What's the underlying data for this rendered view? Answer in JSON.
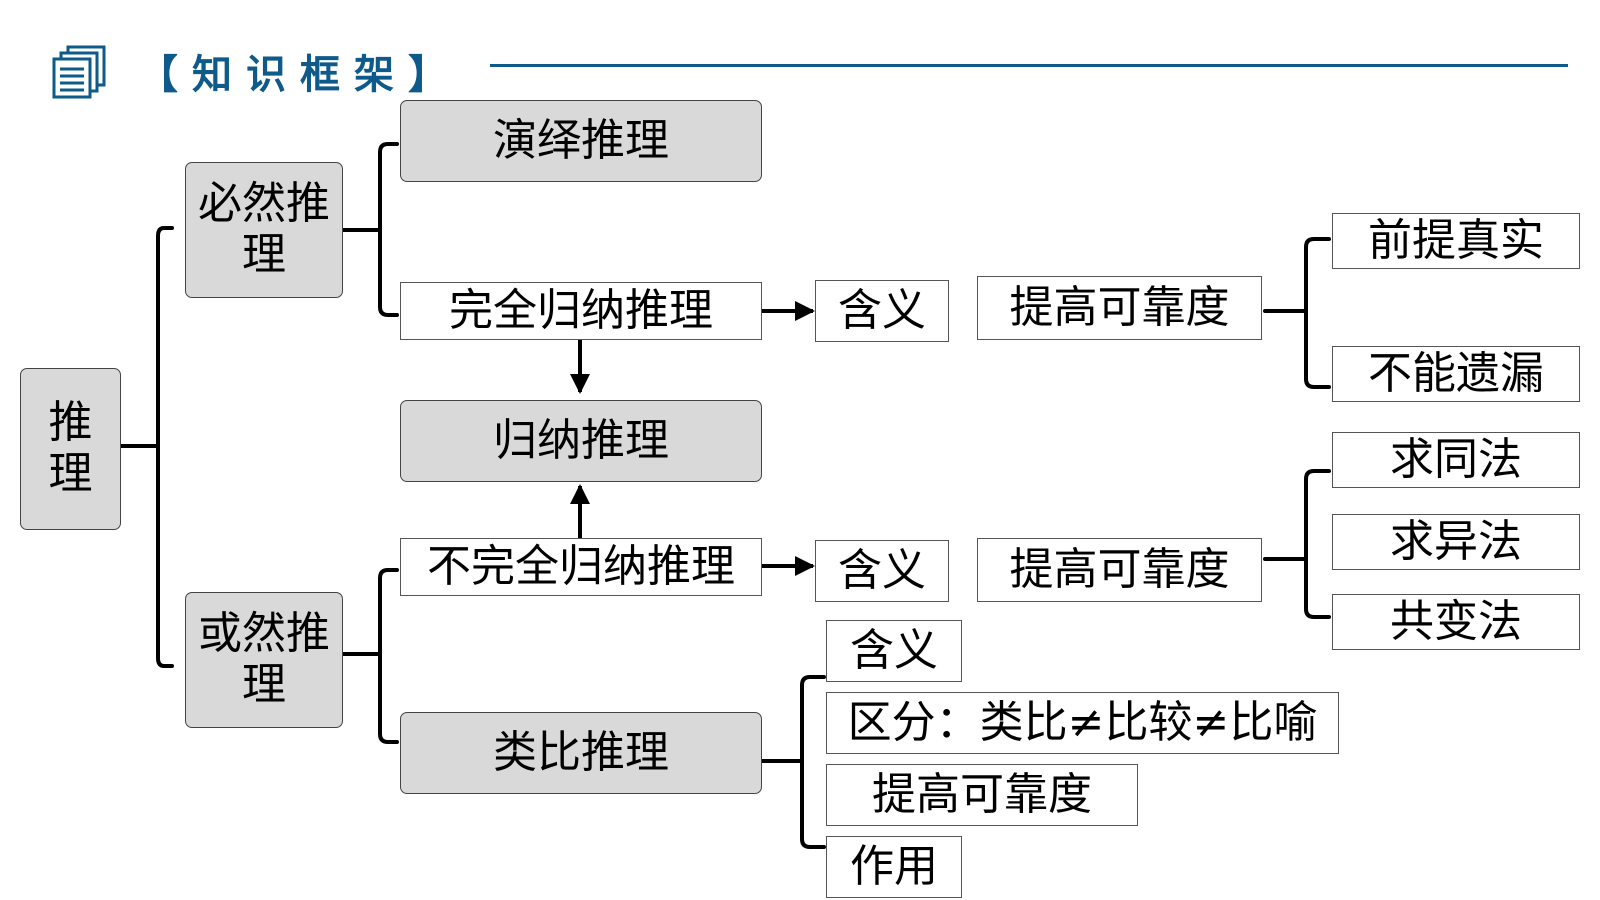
{
  "header": {
    "title": "【知识框架】",
    "icon": "document-stack-icon",
    "accent_color": "#0e5a8a"
  },
  "nodes": {
    "root": "推理",
    "necessary": "必然推理",
    "probable": "或然推理",
    "deductive": "演绎推理",
    "complete_induction": "完全归纳推理",
    "induction": "归纳推理",
    "incomplete_induction": "不完全归纳推理",
    "analogy": "类比推理",
    "ci_meaning": "含义",
    "ci_reliability": "提高可靠度",
    "ci_premise_true": "前提真实",
    "ci_no_omission": "不能遗漏",
    "ii_meaning": "含义",
    "ii_reliability": "提高可靠度",
    "ii_agreement": "求同法",
    "ii_difference": "求异法",
    "ii_concomitant": "共变法",
    "an_meaning": "含义",
    "an_distinction": "区分：类比≠比较≠比喻",
    "an_reliability": "提高可靠度",
    "an_function": "作用"
  },
  "colors": {
    "box_fill": "#d9d9d9",
    "box_border": "#444444",
    "connector": "#000000"
  }
}
